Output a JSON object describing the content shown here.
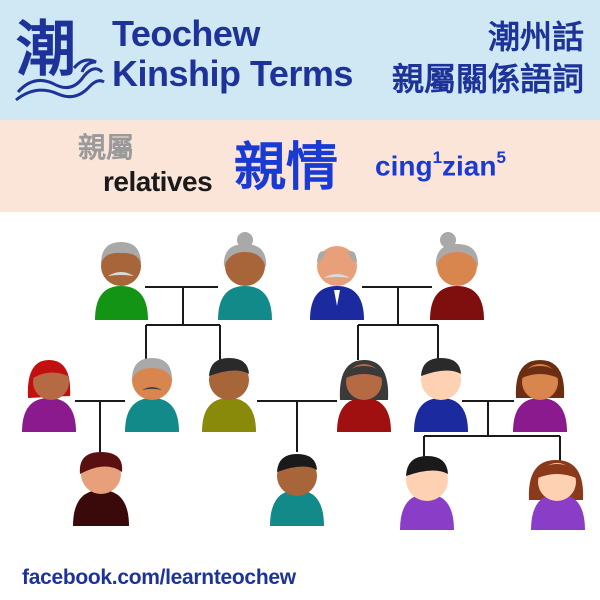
{
  "header": {
    "logo_char": "潮",
    "title_en_line1": "Teochew",
    "title_en_line2": "Kinship Terms",
    "title_zh_line1": "潮州話",
    "title_zh_line2": "親屬關係語詞"
  },
  "topic": {
    "category_zh": "親屬",
    "category_en": "relatives",
    "term_zh": "親情",
    "romanization": [
      {
        "syllable": "cing",
        "tone": "1"
      },
      {
        "syllable": "zian",
        "tone": "5"
      }
    ]
  },
  "footer": {
    "link": "facebook.com/learnteochew"
  },
  "colors": {
    "header_bg": "#cfe8f3",
    "band_bg": "#fbe5d8",
    "title_blue": "#1e3399",
    "term_blue": "#1a3ad4",
    "muted_gray": "#9a9a9a"
  }
}
